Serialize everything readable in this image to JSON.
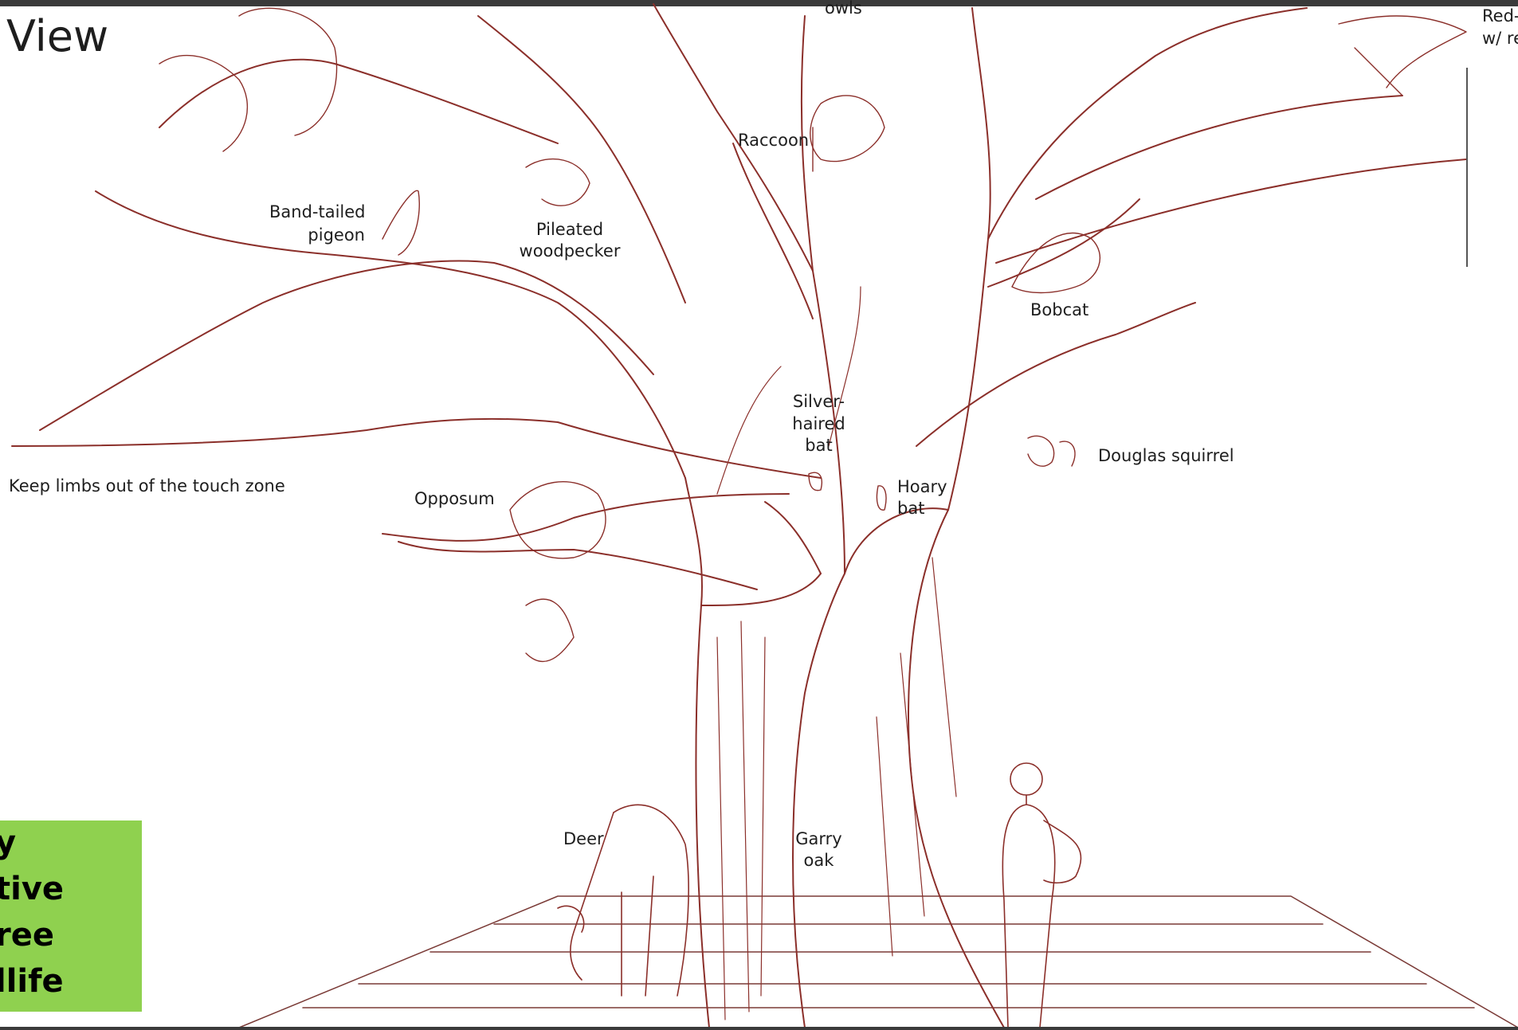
{
  "title": "View",
  "labels": {
    "owls": "owls",
    "red_top": "Red-",
    "red_bottom": "w/ re",
    "raccoon": "Raccoon",
    "band_tailed_1": "Band-tailed",
    "band_tailed_2": "pigeon",
    "pileated_1": "Pileated",
    "pileated_2": "woodpecker",
    "bobcat": "Bobcat",
    "silver_1": "Silver-",
    "silver_2": "haired",
    "silver_3": "bat",
    "douglas": "Douglas squirrel",
    "hoary_1": "Hoary",
    "hoary_2": "bat",
    "keep_limbs": "Keep limbs out of the touch zone",
    "opposum": "Opposum",
    "deer": "Deer",
    "garry_1": "Garry",
    "garry_2": "oak"
  },
  "green_box": {
    "lines": [
      "y",
      "tive",
      "ree",
      "llife"
    ],
    "color": "#8fd14f"
  },
  "colors": {
    "ink": "#8b2f2a",
    "text": "#1e1e1e",
    "floor": "#7a3a36"
  }
}
